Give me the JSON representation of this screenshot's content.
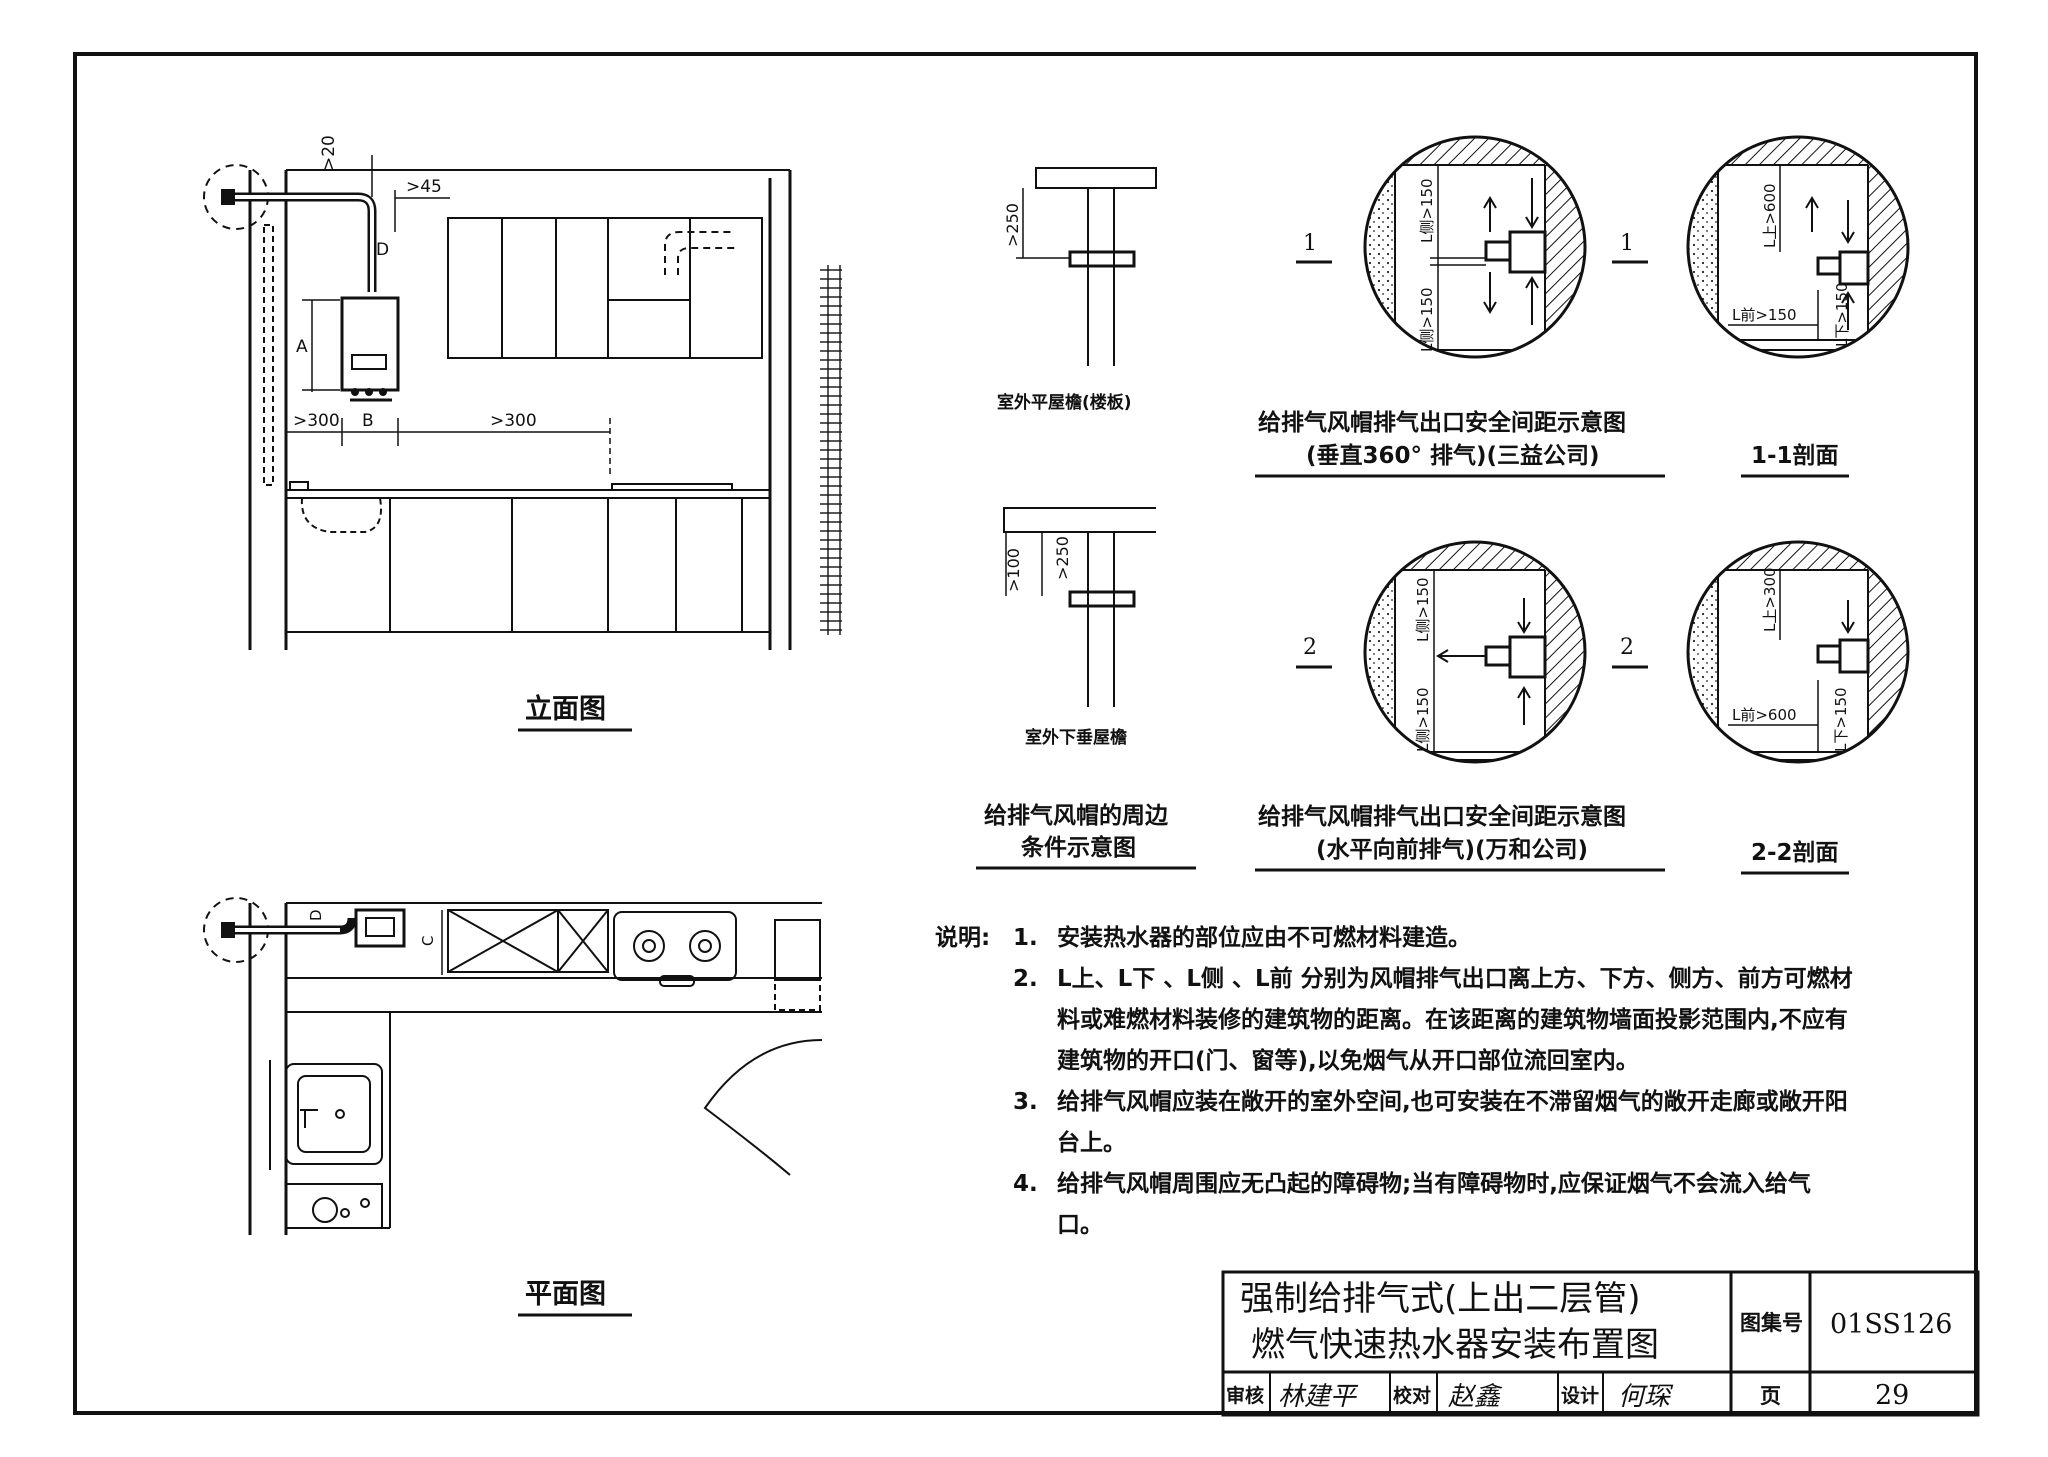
{
  "elevation": {
    "title": "立面图",
    "dims": {
      "top_gap": ">20",
      "pipe_gap": ">45",
      "d": "D",
      "a": "A",
      "b": "B",
      "left": ">300",
      "right": ">300"
    }
  },
  "plan": {
    "title": "平面图",
    "dims": {
      "d": "D",
      "c": "C"
    }
  },
  "surroundings": {
    "flat_eave_label": "室外平屋檐(楼板)",
    "flat_eave_dim": ">250",
    "drop_eave_label": "室外下垂屋檐",
    "drop_eave_dim_a": ">100",
    "drop_eave_dim_b": ">250",
    "caption_line1": "给排气风帽的周边",
    "caption_line2": "条件示意图"
  },
  "vertical": {
    "caption_line1": "给排气风帽排气出口安全间距示意图",
    "caption_line2": "(垂直360° 排气)(三益公司)",
    "section_mark": "1",
    "section_caption": "1-1剖面",
    "dim_up": "L侧>150",
    "dim_down": "L侧>150",
    "s_up": "L上>600",
    "s_front": "L前>150",
    "s_down": "L下>150"
  },
  "horizontal": {
    "caption_line1": "给排气风帽排气出口安全间距示意图",
    "caption_line2": "(水平向前排气)(万和公司)",
    "section_mark": "2",
    "section_caption": "2-2剖面",
    "dim_up": "L侧>150",
    "dim_down": "L侧>150",
    "s_up": "L上>300",
    "s_front": "L前>600",
    "s_down": "L下>150"
  },
  "notes": {
    "heading": "说明:",
    "items": [
      {
        "num": "1.",
        "text": "安装热水器的部位应由不可燃材料建造。"
      },
      {
        "num": "2.",
        "text": "L上、L下 、L侧 、L前 分别为风帽排气出口离上方、下方、侧方、前方可燃材料或难燃材料装修的建筑物的距离。在该距离的建筑物墙面投影范围内,不应有建筑物的开口(门、窗等),以免烟气从开口部位流回室内。"
      },
      {
        "num": "3.",
        "text": "给排气风帽应装在敞开的室外空间,也可安装在不滞留烟气的敞开走廊或敞开阳台上。"
      },
      {
        "num": "4.",
        "text": "给排气风帽周围应无凸起的障碍物;当有障碍物时,应保证烟气不会流入给气口。"
      }
    ]
  },
  "title_block": {
    "title_line1": "强制给排气式(上出二层管)",
    "title_line2": "燃气快速热水器安装布置图",
    "atlas_label": "图集号",
    "atlas_no": "01SS126",
    "review_label": "审核",
    "review_sig": "林建平",
    "check_label": "校对",
    "check_sig": "赵鑫",
    "design_label": "设计",
    "design_sig": "何琛",
    "page_label": "页",
    "page_no": "29"
  }
}
